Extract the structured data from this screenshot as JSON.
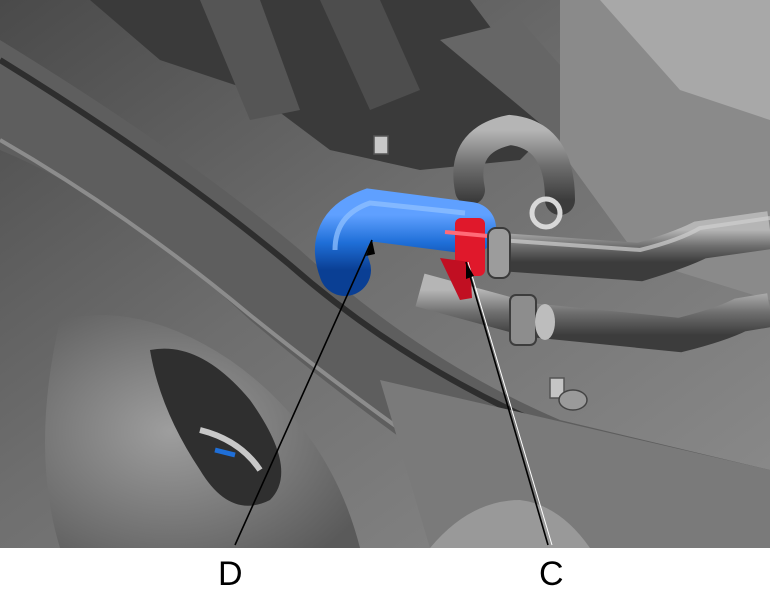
{
  "diagram": {
    "callouts": [
      {
        "id": "D",
        "label": "D"
      },
      {
        "id": "C",
        "label": "C"
      }
    ],
    "colors": {
      "hose_highlight": "#1f6fd8",
      "clamp_highlight": "#e0182b",
      "background": "#ffffff",
      "render_dark": "#3c3c3c",
      "render_light": "#9a9a9a"
    }
  }
}
